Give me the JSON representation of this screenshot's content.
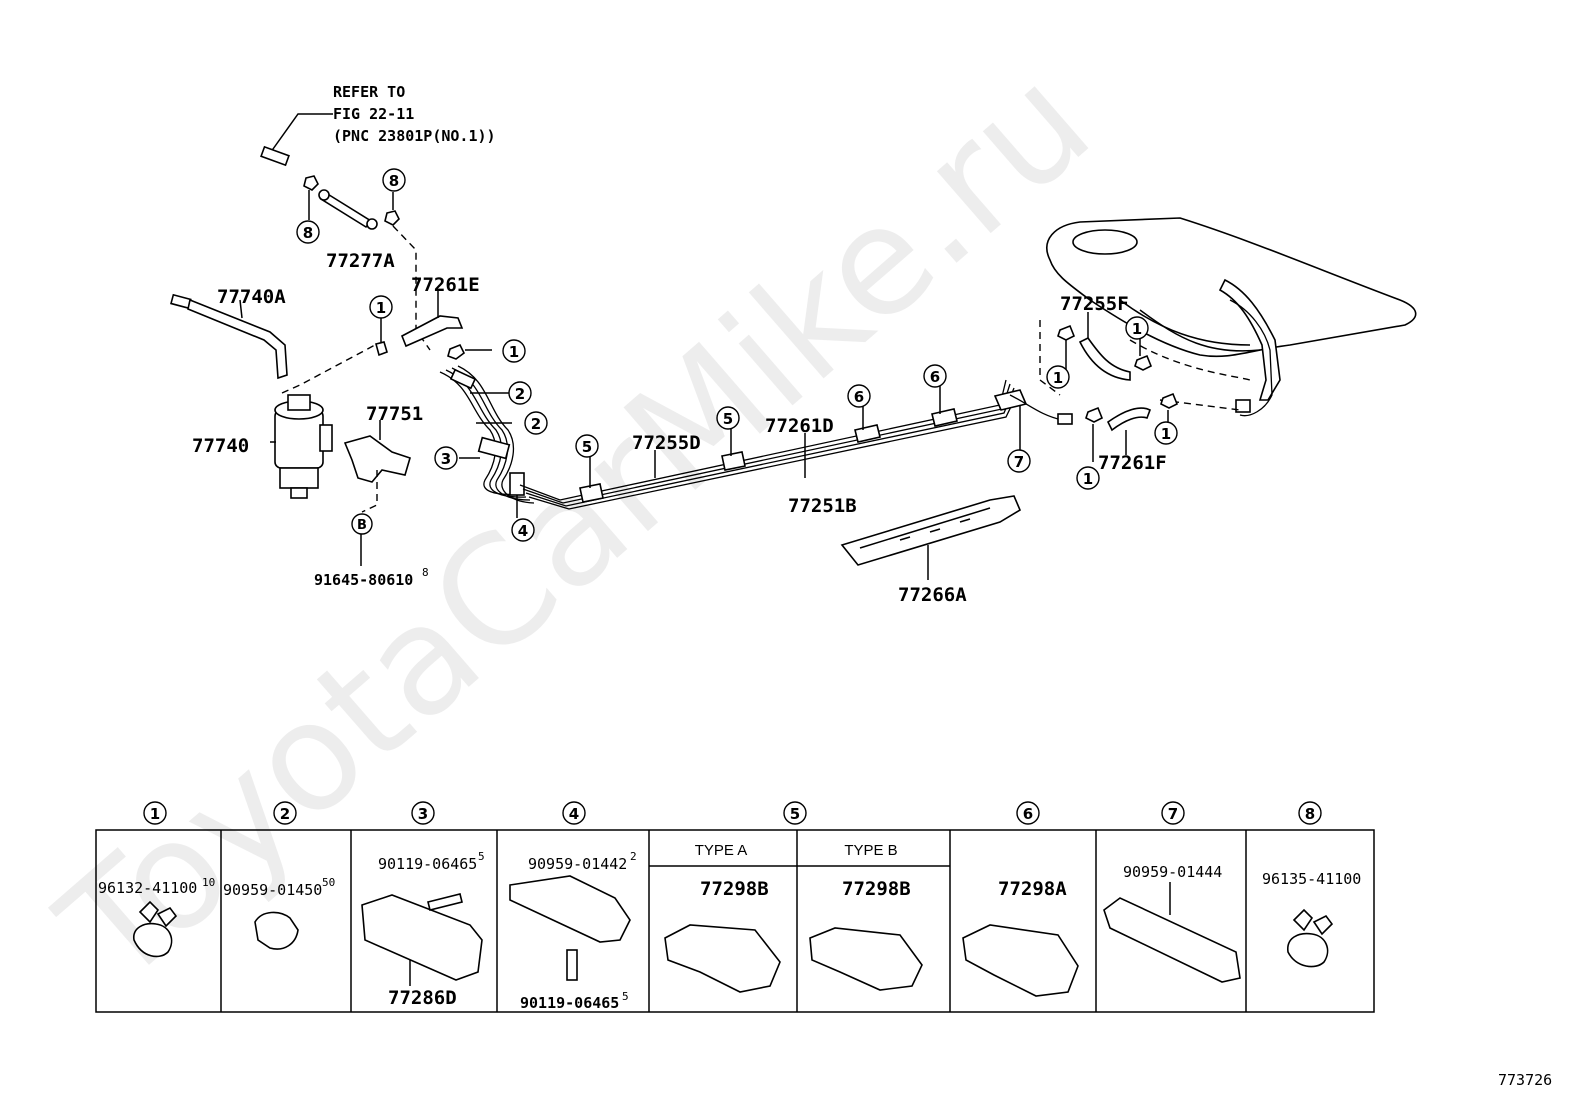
{
  "watermark": "ToyotaCarMike.ru",
  "refer_note": {
    "line1": "REFER TO",
    "line2": "FIG 22-11",
    "line3": "(PNC 23801P(NO.1))"
  },
  "callouts": {
    "p77740A": "77740A",
    "p77740": "77740",
    "p77277A": "77277A",
    "p77261E": "77261E",
    "p77751": "77751",
    "p91645": "91645-80610",
    "p91645_sup": "8",
    "p77255D": "77255D",
    "p77261D": "77261D",
    "p77251B": "77251B",
    "p77266A": "77266A",
    "p77255F": "77255F",
    "p77261F": "77261F"
  },
  "markers": {
    "m1": "1",
    "m2": "2",
    "m3": "3",
    "m4": "4",
    "m5": "5",
    "m6": "6",
    "m7": "7",
    "m8": "8",
    "mB": "B"
  },
  "legend": {
    "headers": [
      "1",
      "2",
      "3",
      "4",
      "5",
      "6",
      "7",
      "8"
    ],
    "type_a": "TYPE A",
    "type_b": "TYPE B",
    "c1_part": "96132-41100",
    "c1_sup": "10",
    "c2_part": "90959-01450",
    "c2_sup": "50",
    "c3_part": "90119-06465",
    "c3_sup": "5",
    "c3_part2": "77286D",
    "c4_part": "90959-01442",
    "c4_sup": "2",
    "c4_part2": "90119-06465",
    "c4_sup2": "5",
    "c5a_part": "77298B",
    "c5b_part": "77298B",
    "c6_part": "77298A",
    "c7_part": "90959-01444",
    "c8_part": "96135-41100"
  },
  "figure_id": "773726"
}
